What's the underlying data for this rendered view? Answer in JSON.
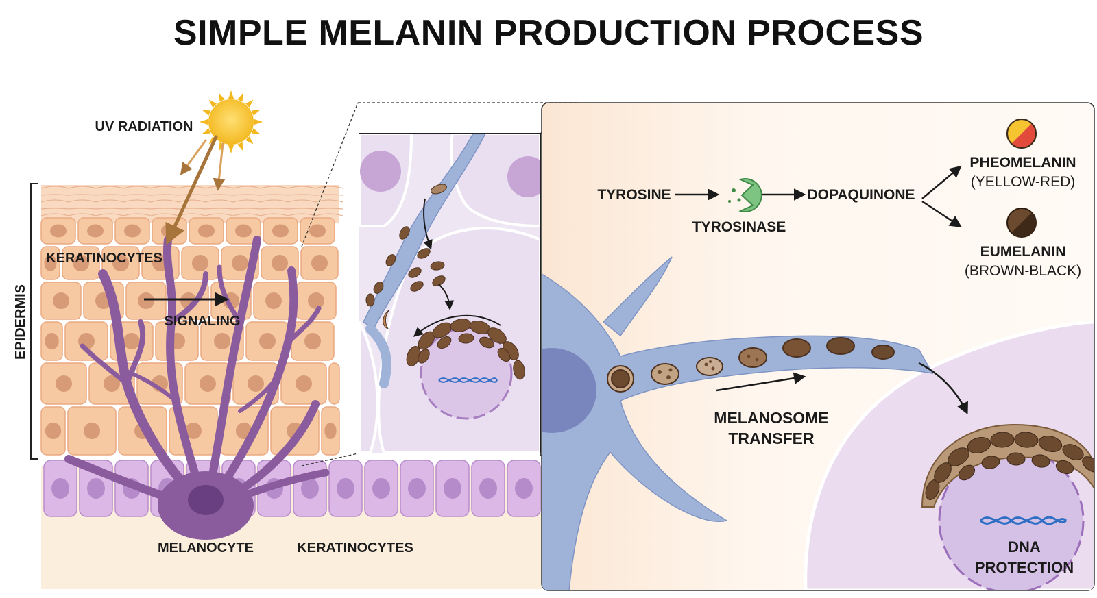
{
  "title": "SIMPLE MELANIN PRODUCTION PROCESS",
  "labels": {
    "uv_radiation": "UV RADIATION",
    "epidermis": "EPIDERMIS",
    "keratinocytes_top": "KERATINOCYTES",
    "signaling": "SIGNALING",
    "melanocyte": "MELANOCYTE",
    "keratinocytes_bottom": "KERATINOCYTES",
    "tyrosine": "TYROSINE",
    "tyrosinase": "TYROSINASE",
    "dopaquinone": "DOPAQUINONE",
    "pheomelanin": "PHEOMELANIN",
    "pheomelanin_color": "(YELLOW-RED)",
    "eumelanin": "EUMELANIN",
    "eumelanin_color": "(BROWN-BLACK)",
    "melanosome_line1": "MELANOSOME",
    "melanosome_line2": "TRANSFER",
    "dna_line1": "DNA",
    "dna_line2": "PROTECTION"
  },
  "colors": {
    "skin_cell": "#f6c9a3",
    "skin_nucleus": "#d89b78",
    "melanocyte": "#8a5c9e",
    "basal_cell": "#dcb8e6",
    "dendrite_blue": "#9fb3d9",
    "melanin_brown": "#6b4a2f",
    "sun": "#f6c431",
    "dermis": "#fbeedd"
  },
  "icons": [
    "sun-icon",
    "tyrosinase-enzyme-icon",
    "dna-icon",
    "pheomelanin-swatch-icon",
    "eumelanin-swatch-icon"
  ]
}
